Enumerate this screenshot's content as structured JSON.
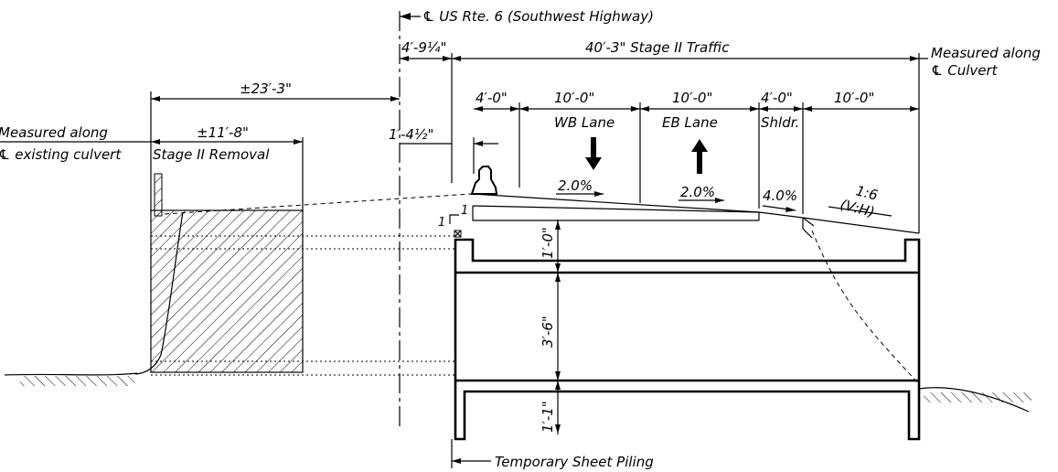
{
  "labels": {
    "centerline": "℄ US Rte. 6 (Southwest Highway)",
    "dim_4_9": "4′-9¼\"",
    "dim_40_3": "40′-3\" Stage II Traffic",
    "measured_culvert_1": "Measured along",
    "measured_culvert_2": "℄ Culvert",
    "dim_23_3": "±23′-3\"",
    "dim_11_8": "±11′-8\"",
    "measured_existing_1": "Measured along",
    "measured_existing_2": "℄ existing culvert",
    "stage_removal": "Stage II Removal",
    "dim_1_4": "1′-4½\"",
    "dim_4_0_a": "4′-0\"",
    "dim_10_0_a": "10′-0\"",
    "dim_10_0_b": "10′-0\"",
    "dim_4_0_b": "4′-0\"",
    "dim_10_0_c": "10′-0\"",
    "wb_lane": "WB Lane",
    "eb_lane": "EB Lane",
    "shldr": "Shldr.",
    "slope_wb": "2.0%",
    "slope_eb": "2.0%",
    "slope_shldr": "4.0%",
    "slope_side_1": "1:6",
    "slope_side_2": "(V:H)",
    "dim_1_0": "1′-0\"",
    "dim_3_6": "3′-6\"",
    "dim_1_1": "1′-1\"",
    "one_a": "1",
    "one_b": "1",
    "temp_piling": "Temporary Sheet Piling"
  }
}
